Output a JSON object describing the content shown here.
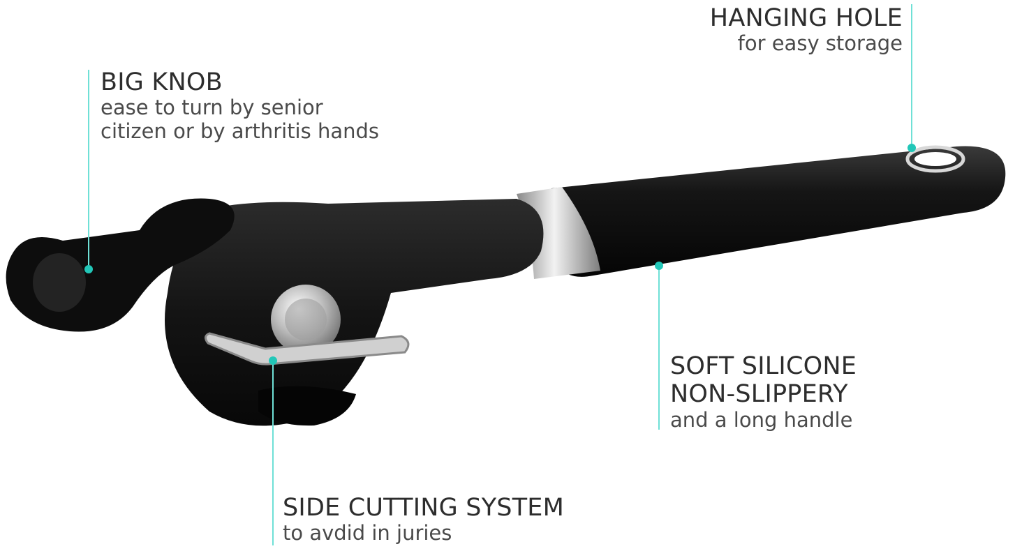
{
  "accent_color": "#22c7b8",
  "callouts": {
    "hanging_hole": {
      "title": "HANGING HOLE",
      "desc_lines": [
        "for easy storage"
      ]
    },
    "big_knob": {
      "title": "BIG KNOB",
      "desc_lines": [
        "ease to turn by senior",
        "citizen or by arthritis hands"
      ]
    },
    "soft_silicone": {
      "title_lines": [
        "SOFT SILICONE",
        "NON-SLIPPERY"
      ],
      "desc_lines": [
        "and a long handle"
      ]
    },
    "side_cutting": {
      "title": "SIDE CUTTING SYSTEM",
      "desc_lines": [
        "to avdid in juries"
      ]
    }
  },
  "product": {
    "name": "can-opener",
    "body_color": "#111111",
    "metal_color": "#c9c9c9"
  }
}
